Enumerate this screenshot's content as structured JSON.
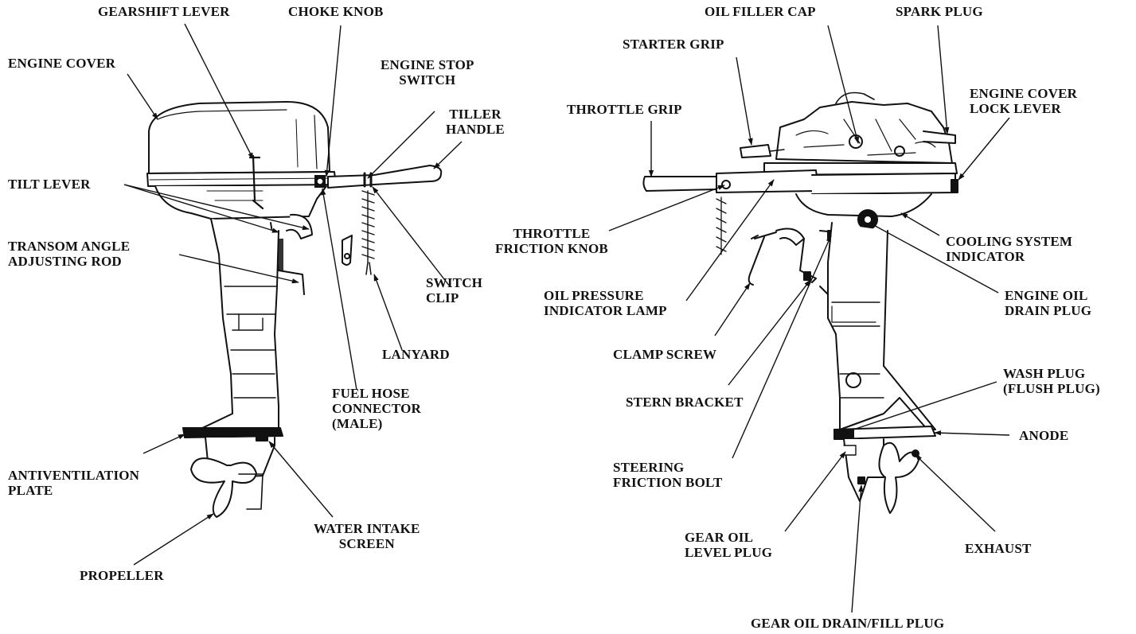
{
  "labels": {
    "gearshift_lever": [
      "GEARSHIFT LEVER"
    ],
    "choke_knob": [
      "CHOKE KNOB"
    ],
    "engine_cover": [
      "ENGINE COVER"
    ],
    "engine_stop_switch": [
      "ENGINE STOP",
      "SWITCH"
    ],
    "tiller_handle": [
      "TILLER",
      "HANDLE"
    ],
    "tilt_lever": [
      "TILT LEVER"
    ],
    "transom_angle_adjusting_rod": [
      "TRANSOM ANGLE",
      "ADJUSTING ROD"
    ],
    "switch_clip": [
      "SWITCH",
      "CLIP"
    ],
    "lanyard": [
      "LANYARD"
    ],
    "fuel_hose_connector": [
      "FUEL HOSE",
      "CONNECTOR",
      "(MALE)"
    ],
    "antiventilation_plate": [
      "ANTIVENTILATION",
      "PLATE"
    ],
    "water_intake_screen": [
      "WATER INTAKE",
      "SCREEN"
    ],
    "propeller": [
      "PROPELLER"
    ],
    "oil_filler_cap": [
      "OIL FILLER CAP"
    ],
    "spark_plug": [
      "SPARK PLUG"
    ],
    "starter_grip": [
      "STARTER GRIP"
    ],
    "engine_cover_lock_lever": [
      "ENGINE COVER",
      "LOCK LEVER"
    ],
    "throttle_grip": [
      "THROTTLE GRIP"
    ],
    "throttle_friction_knob": [
      "THROTTLE",
      "FRICTION KNOB"
    ],
    "cooling_system_indicator": [
      "COOLING SYSTEM",
      "INDICATOR"
    ],
    "oil_pressure_indicator_lamp": [
      "OIL PRESSURE",
      "INDICATOR LAMP"
    ],
    "engine_oil_drain_plug": [
      "ENGINE OIL",
      "DRAIN PLUG"
    ],
    "clamp_screw": [
      "CLAMP SCREW"
    ],
    "wash_plug": [
      "WASH PLUG",
      "(FLUSH PLUG)"
    ],
    "stern_bracket": [
      "STERN BRACKET"
    ],
    "anode": [
      "ANODE"
    ],
    "steering_friction_bolt": [
      "STEERING",
      "FRICTION BOLT"
    ],
    "gear_oil_level_plug": [
      "GEAR OIL",
      "LEVEL PLUG"
    ],
    "exhaust": [
      "EXHAUST"
    ],
    "gear_oil_drain_fill_plug": [
      "GEAR OIL DRAIN/FILL PLUG"
    ]
  }
}
